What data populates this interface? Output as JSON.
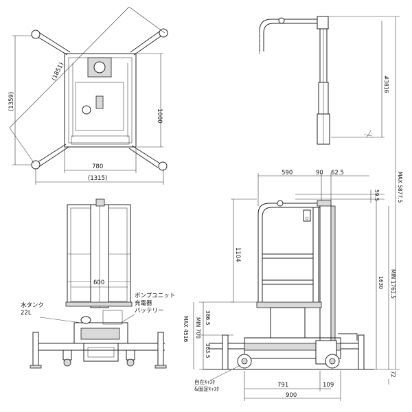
{
  "top_view": {
    "dim_diagonal": "(1851)",
    "dim_depth_outer": "(1359)",
    "dim_depth_inner": "1000",
    "dim_width_inner": "780",
    "dim_width_outer": "(1315)"
  },
  "front_view": {
    "dim_platform_width": "600",
    "label_water_tank": "水タンク",
    "label_water_tank_cap": "22L",
    "label_pump_unit": "ポンプユニット",
    "label_charger": "充電器",
    "label_battery": "バッテリー"
  },
  "side_view": {
    "dim_top_590": "590",
    "dim_top_90": "90",
    "dim_top_625": "62.5",
    "dim_595": "59.5",
    "dim_1104": "1104",
    "dim_3865": "386.5",
    "dim_min700": "MIN 700",
    "dim_max4516": "MAX 4516",
    "dim_3635": "363.5",
    "dim_min17615": "MIN 1761.5",
    "dim_1630": "1630",
    "dim_max58775": "MAX 5877.5",
    "dim_3816": "#3816",
    "dim_72": "72",
    "dim_791": "791",
    "dim_109": "109",
    "dim_900": "900",
    "label_caster_1": "自在ｷｬｽﾀ",
    "label_caster_2": "&固定ｷｬｽﾀ"
  }
}
